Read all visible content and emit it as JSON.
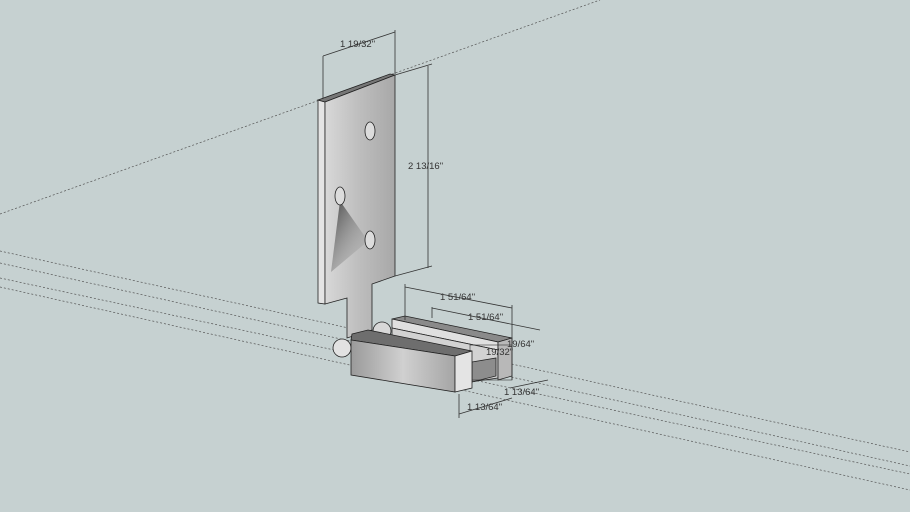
{
  "scene": {
    "background_color": "#c6d1d1",
    "dimensions": {
      "plate_width": "1 19/32\"",
      "plate_height": "2 13/16\"",
      "channel_length_outer": "1 51/64\"",
      "channel_length_inner": "1 51/64\"",
      "wall_thickness": "19/64\"",
      "channel_depth": "19/32\"",
      "channel_width_right": "1 13/64\"",
      "channel_width_bottom": "1 13/64\""
    }
  }
}
